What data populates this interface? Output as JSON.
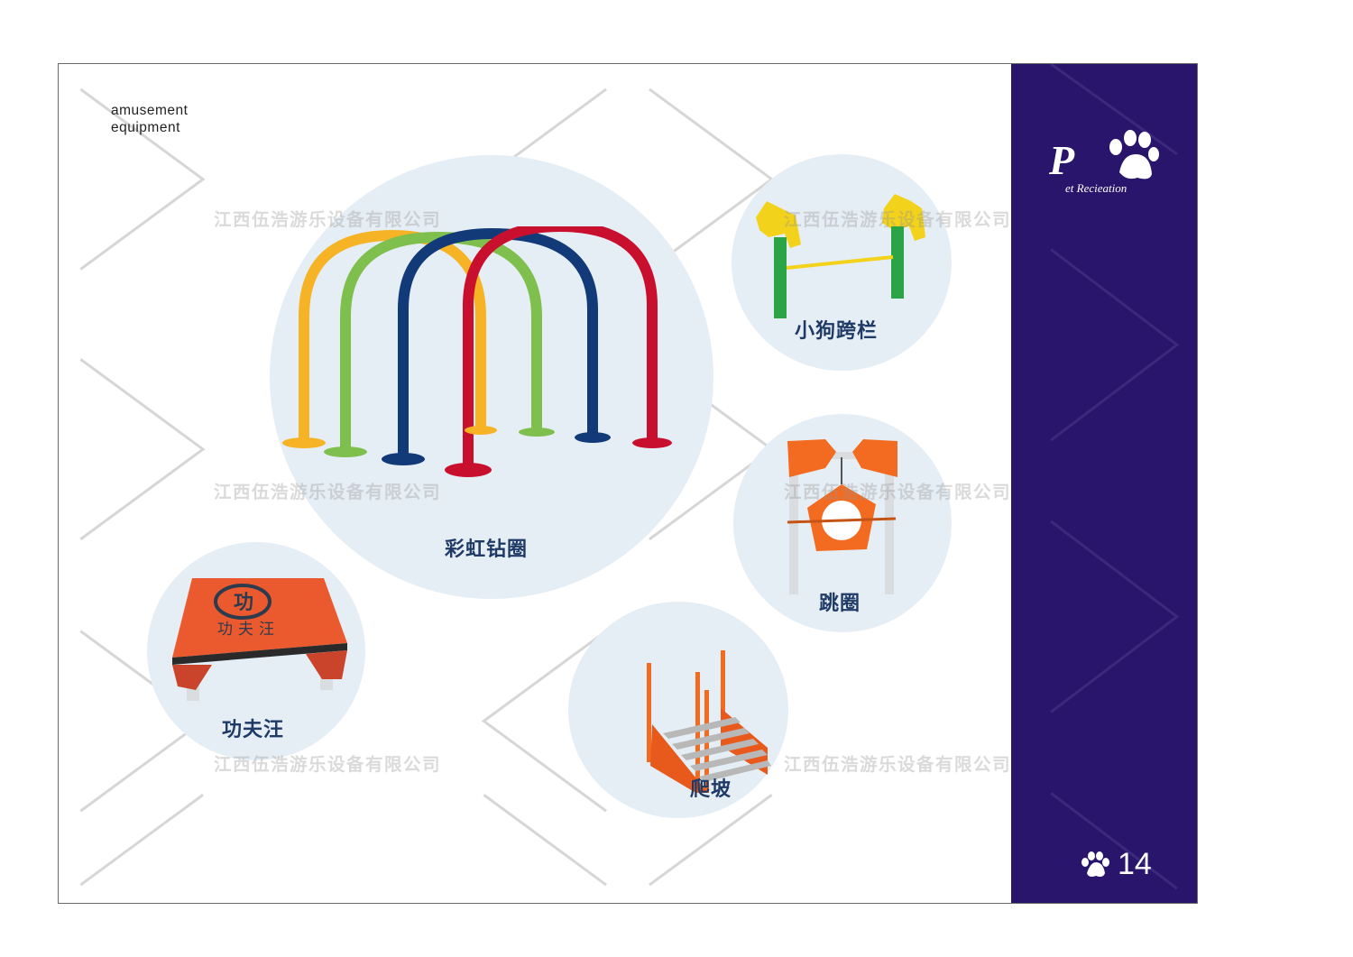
{
  "header": {
    "subtitle_line1": "amusement",
    "subtitle_line2": "equipment"
  },
  "brand": {
    "logo_text_initial": "P",
    "logo_text_rest": "et Recieation",
    "sidebar_color": "#29166c"
  },
  "watermark": {
    "text": "江西伍浩游乐设备有限公司"
  },
  "products": [
    {
      "id": "rainbow-hoops",
      "label": "彩虹钻圈",
      "colors": [
        "#f5b325",
        "#7fbf4d",
        "#123a78",
        "#c8102e"
      ]
    },
    {
      "id": "dog-hurdle",
      "label": "小狗跨栏"
    },
    {
      "id": "jump-ring",
      "label": "跳圈"
    },
    {
      "id": "kungfu-table",
      "label": "功夫汪",
      "table_text": "功夫汪",
      "table_logo": "功"
    },
    {
      "id": "climb-ramp",
      "label": "爬坡"
    }
  ],
  "footer": {
    "page_number": "14"
  }
}
